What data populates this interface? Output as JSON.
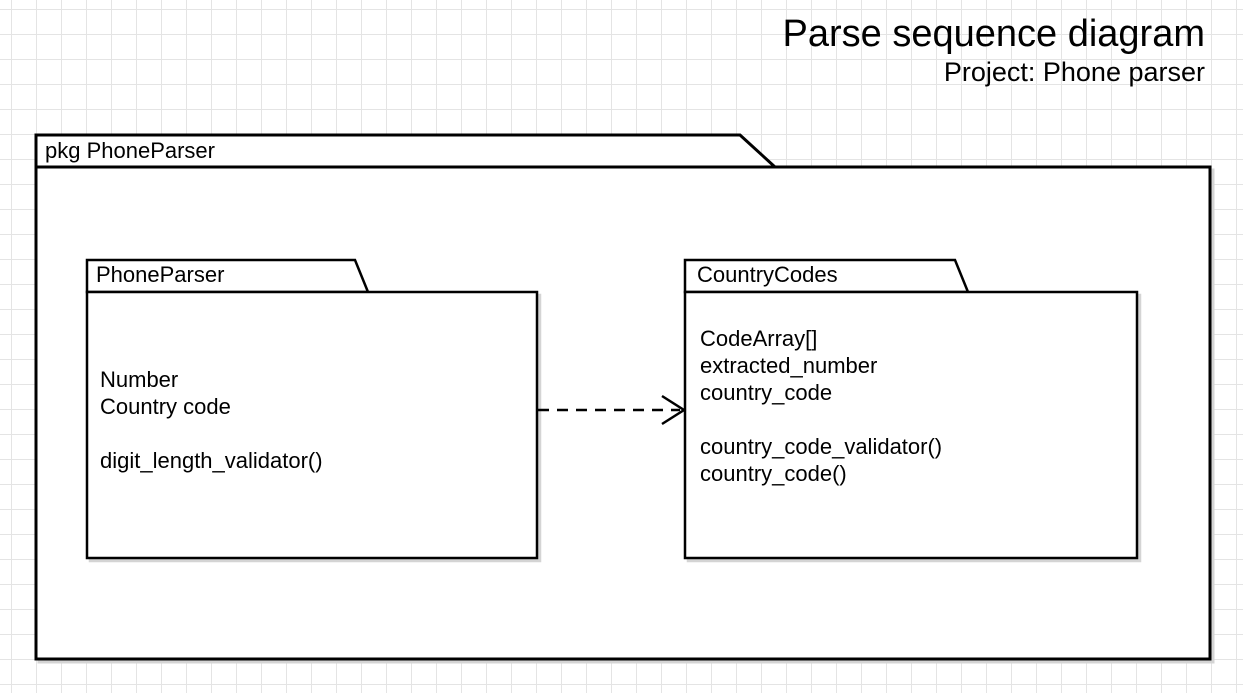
{
  "header": {
    "title": "Parse sequence diagram",
    "subtitle": "Project: Phone parser"
  },
  "package": {
    "label": "pkg PhoneParser"
  },
  "boxes": {
    "phone_parser": {
      "label": "PhoneParser",
      "lines": [
        "Number",
        "Country code",
        "",
        "digit_length_validator()"
      ]
    },
    "country_codes": {
      "label": "CountryCodes",
      "lines": [
        "CodeArray[]",
        "extracted_number",
        "country_code",
        "",
        "country_code_validator()",
        "country_code()"
      ]
    }
  },
  "connector": {
    "type": "dashed-dependency-arrow",
    "from": "PhoneParser",
    "to": "CountryCodes"
  },
  "colors": {
    "line": "#000000",
    "fill": "#ffffff",
    "shadow": "#d4d4d4",
    "grid": "#e4e4e4",
    "background": "#ffffff"
  }
}
